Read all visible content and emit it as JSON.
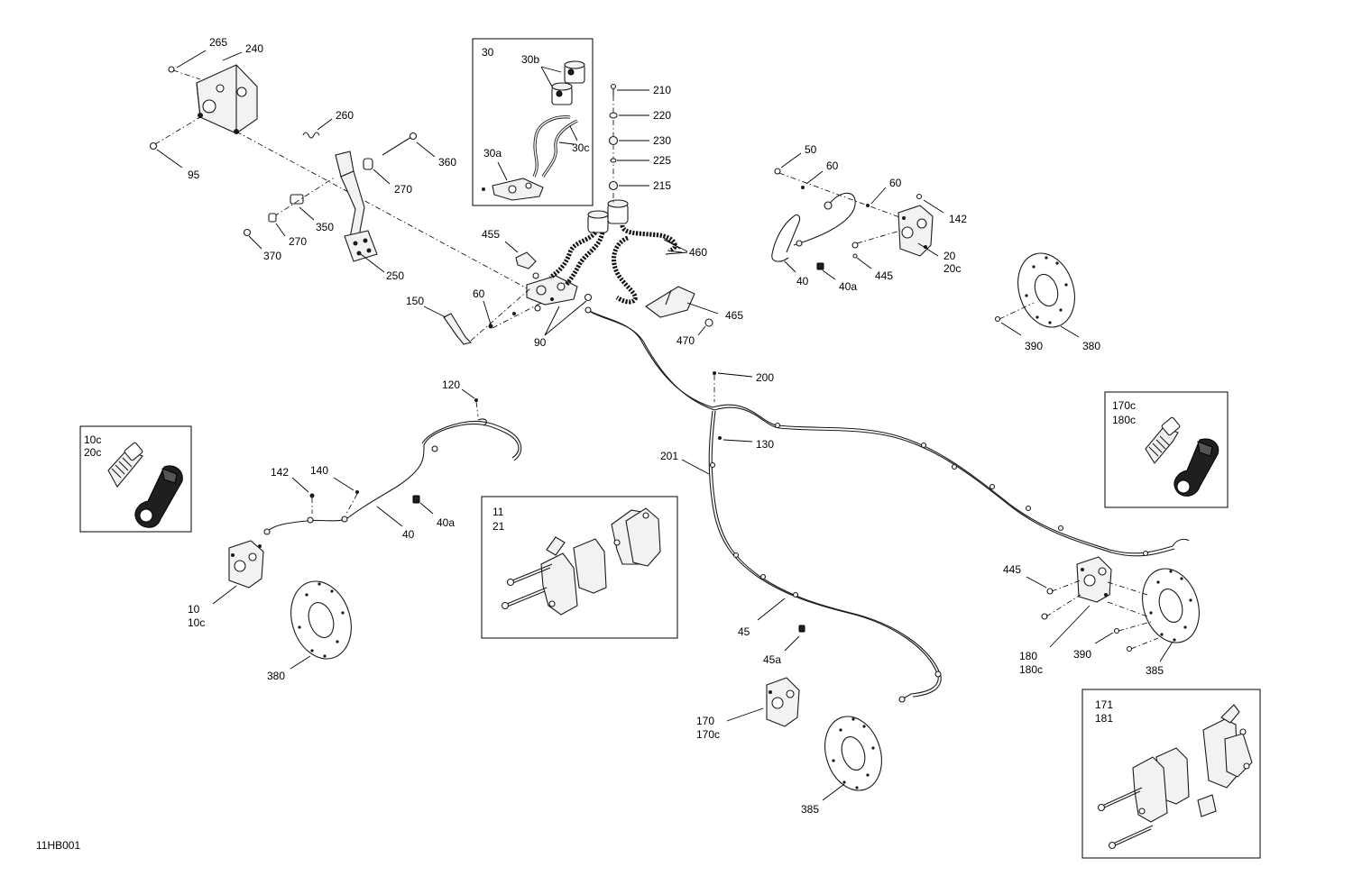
{
  "figure_code": "11HB001",
  "labels": {
    "l265": "265",
    "l240": "240",
    "l260": "260",
    "l95": "95",
    "l360": "360",
    "l270a": "270",
    "l270b": "270",
    "l350": "350",
    "l370": "370",
    "l250": "250",
    "l150": "150",
    "l60a": "60",
    "l90": "90",
    "l455": "455",
    "l460": "460",
    "l465": "465",
    "l470": "470",
    "l210": "210",
    "l220": "220",
    "l230": "230",
    "l225": "225",
    "l215": "215",
    "l50": "50",
    "l60b": "60",
    "l60c": "60",
    "l142a": "142",
    "l20": "20",
    "l20c": "20c",
    "l40a": "40",
    "l40aa": "40a",
    "l445a": "445",
    "l390a": "390",
    "l380a": "380",
    "l200": "200",
    "l130": "130",
    "l201": "201",
    "l120": "120",
    "l142b": "142",
    "l140": "140",
    "l40b": "40",
    "l40ab": "40a",
    "l10": "10",
    "l10c": "10c",
    "l380b": "380",
    "l45": "45",
    "l45a": "45a",
    "l170": "170",
    "l170c": "170c",
    "l385a": "385",
    "l445b": "445",
    "l180": "180",
    "l180c": "180c",
    "l390b": "390",
    "l385b": "385"
  },
  "insets": {
    "reservoir": {
      "title": "30",
      "l30b": "30b",
      "l30c": "30c",
      "l30a": "30a"
    },
    "bleeder_front": {
      "l1": "10c",
      "l2": "20c"
    },
    "bleeder_rear": {
      "l1": "170c",
      "l2": "180c"
    },
    "pads_front": {
      "l1": "11",
      "l2": "21"
    },
    "pads_rear": {
      "l1": "171",
      "l2": "181"
    }
  }
}
